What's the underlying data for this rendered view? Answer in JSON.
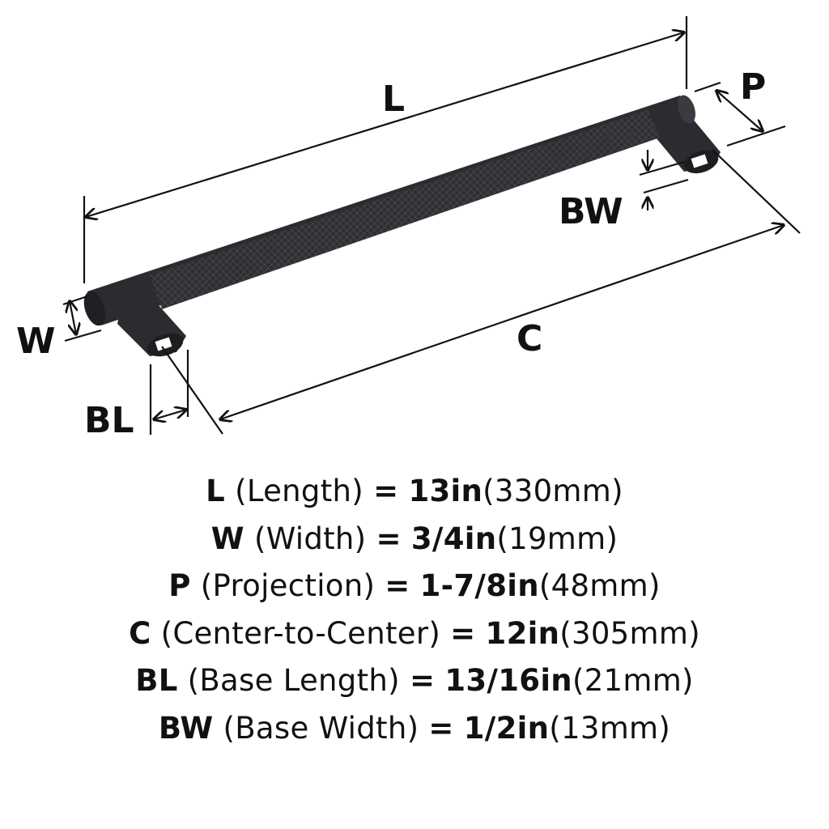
{
  "diagram": {
    "labels": {
      "L": "L",
      "W": "W",
      "P": "P",
      "C": "C",
      "BL": "BL",
      "BW": "BW"
    },
    "colors": {
      "finish": "#2b2c30",
      "line": "#111111"
    }
  },
  "specs": [
    {
      "letter": "L",
      "name": "(Length)",
      "eq": "=",
      "imperial": "13in",
      "metric": "(330mm)"
    },
    {
      "letter": "W",
      "name": "(Width)",
      "eq": "=",
      "imperial": "3/4in",
      "metric": "(19mm)"
    },
    {
      "letter": "P",
      "name": "(Projection)",
      "eq": "=",
      "imperial": "1-7/8in",
      "metric": "(48mm)"
    },
    {
      "letter": "C",
      "name": "(Center-to-Center)",
      "eq": "=",
      "imperial": "12in",
      "metric": "(305mm)"
    },
    {
      "letter": "BL",
      "name": "(Base Length)",
      "eq": "=",
      "imperial": "13/16in",
      "metric": "(21mm)"
    },
    {
      "letter": "BW",
      "name": "(Base Width)",
      "eq": "=",
      "imperial": "1/2in",
      "metric": "(13mm)"
    }
  ]
}
